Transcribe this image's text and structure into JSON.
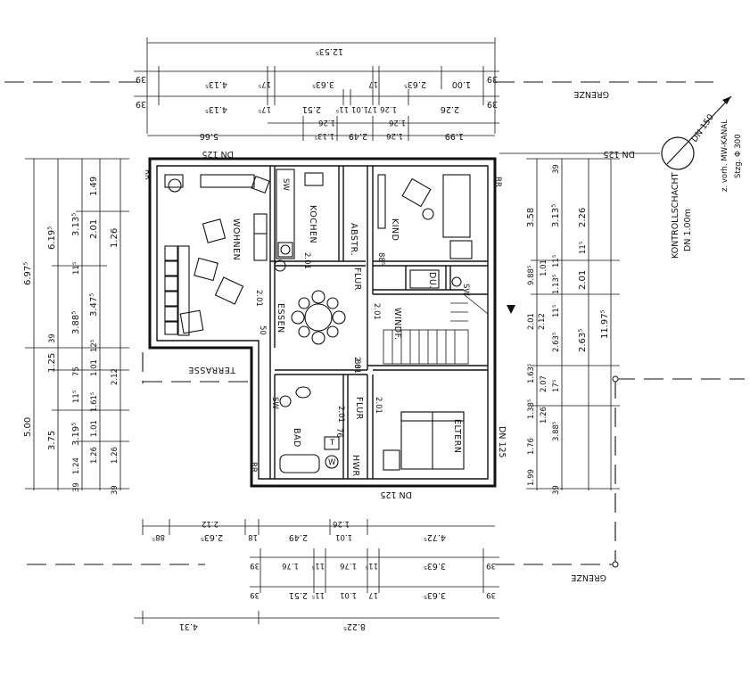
{
  "rooms": {
    "wohnen": "WOHNEN",
    "kochen": "KOCHEN",
    "abstr": "ABSTR.",
    "kind": "KIND",
    "essen": "ESSEN",
    "flur_top": "FLUR",
    "du": "DU.",
    "windf": "WINDF.",
    "bad": "BAD",
    "flur_bottom": "FLUR",
    "eltern": "ELTERN",
    "hwr": "HWR",
    "terrasse": "TERRASSE"
  },
  "labels": {
    "grenze_top": "GRENZE",
    "grenze_bottom": "GRENZE",
    "kontrollschacht": "KONTROLLSCHACHT",
    "kontrollschacht_dn": "DN 1.00m",
    "kanal_line1": "z. vorh. MW-KANAL",
    "kanal_line2": "Stzg. Φ 300",
    "kanal_dn": "DN 150",
    "dn125_top": "DN 125",
    "dn125_right_top": "DN 125",
    "dn125_right": "DN 125",
    "dn125_bottom": "DN 125",
    "rr1": "RR",
    "rr2": "RR",
    "rr3": "RR",
    "sw1": "SW",
    "sw2": "SW",
    "sw3": "SW",
    "t_mark": "T",
    "w_mark": "W"
  },
  "dims_top": {
    "overall": "12.53⁵",
    "row1": [
      "39",
      "4.13⁵",
      "17⁵",
      "3.63⁵",
      "17",
      "2.63⁵",
      "1.00",
      "39"
    ],
    "row2": [
      "39",
      "4.13⁵",
      "17⁵",
      "2.51",
      "11⁵",
      "1.01",
      "17",
      "1.26",
      "2.26",
      "39"
    ],
    "row3": [
      "1.26",
      "1.26"
    ],
    "row4": [
      "5.66",
      "1.13⁵",
      "2.49",
      "1.26",
      "1.99"
    ]
  },
  "dims_left": {
    "outer": [
      "6.97⁵",
      "5.00"
    ],
    "col2": [
      "6.19⁵",
      "39",
      "1.25",
      "3.75"
    ],
    "col3": [
      "3.13⁵",
      "11⁵",
      "3.88⁵",
      "75",
      "11⁵",
      "3.19⁵",
      "1.24",
      "39"
    ],
    "col4": [
      "1.49",
      "2.01",
      "3.47⁵",
      "12⁵",
      "1.01",
      "1.61⁵",
      "1.01",
      "1.26"
    ],
    "col5": [
      "1.26",
      "2.12",
      "1.26",
      "39"
    ]
  },
  "dims_right": {
    "outer": "11.97⁵",
    "col1": [
      "3.58",
      "9.88⁵",
      "2.01",
      "2.12",
      "1.63⁵",
      "1.38⁵",
      "1.76",
      "1.99"
    ],
    "col2": [
      "39",
      "3.13⁵",
      "11⁵",
      "1.13⁵",
      "11⁵",
      "2.63⁵",
      "17⁵",
      "3.88⁵",
      "39"
    ],
    "col3": [
      "2.26",
      "2.01",
      "2.63⁵",
      "1.26",
      "2.07",
      "11⁵",
      "1.01"
    ]
  },
  "dims_bottom": {
    "row1": [
      "88⁵",
      "2.63⁵",
      "18",
      "2.49",
      "1.01",
      "4.72⁵"
    ],
    "row1b": [
      "2.12",
      "1.26"
    ],
    "row2": [
      "39",
      "1.76",
      "11⁵",
      "1.76",
      "11⁵",
      "3.63⁵",
      "39"
    ],
    "row3": [
      "39",
      "2.51",
      "11⁵",
      "1.01",
      "17",
      "3.63⁵",
      "39"
    ],
    "row4": [
      "4.31",
      "8.22⁵"
    ]
  },
  "inner_dims": {
    "wohnen_2_01": "2.01",
    "wohnen_50": "50",
    "essen_2_01": "2.01",
    "flur_88": "88⁵",
    "flur_2_01": "2.01",
    "kochen_2_01": "2.01",
    "bad_88": "88⁵",
    "bad_2_01": "2.01",
    "bad_76": "76",
    "windf_2_01": "2.01"
  }
}
